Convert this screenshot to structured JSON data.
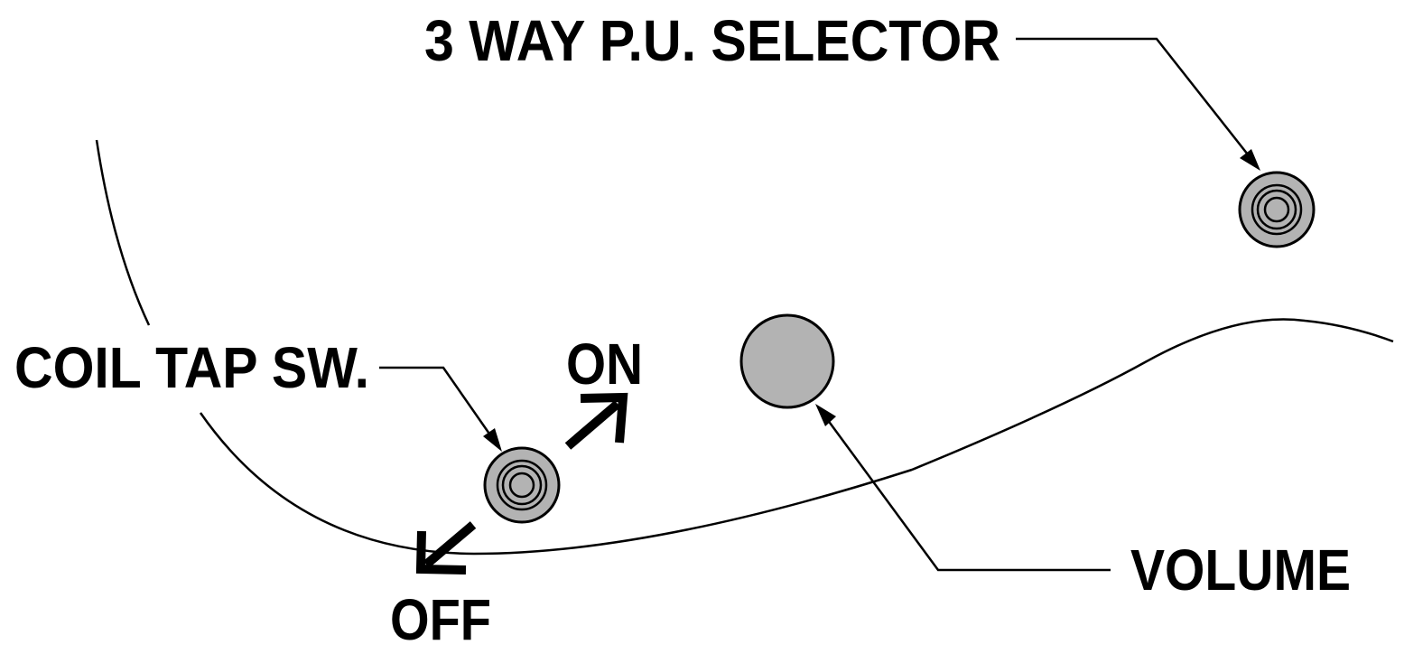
{
  "labels": {
    "selector": "3 WAY P.U. SELECTOR",
    "coil_tap": "COIL TAP SW.",
    "on": "ON",
    "off": "OFF",
    "volume": "VOLUME"
  },
  "colors": {
    "line": "#000000",
    "knob_fill": "#b3b3b3",
    "background": "#ffffff"
  }
}
